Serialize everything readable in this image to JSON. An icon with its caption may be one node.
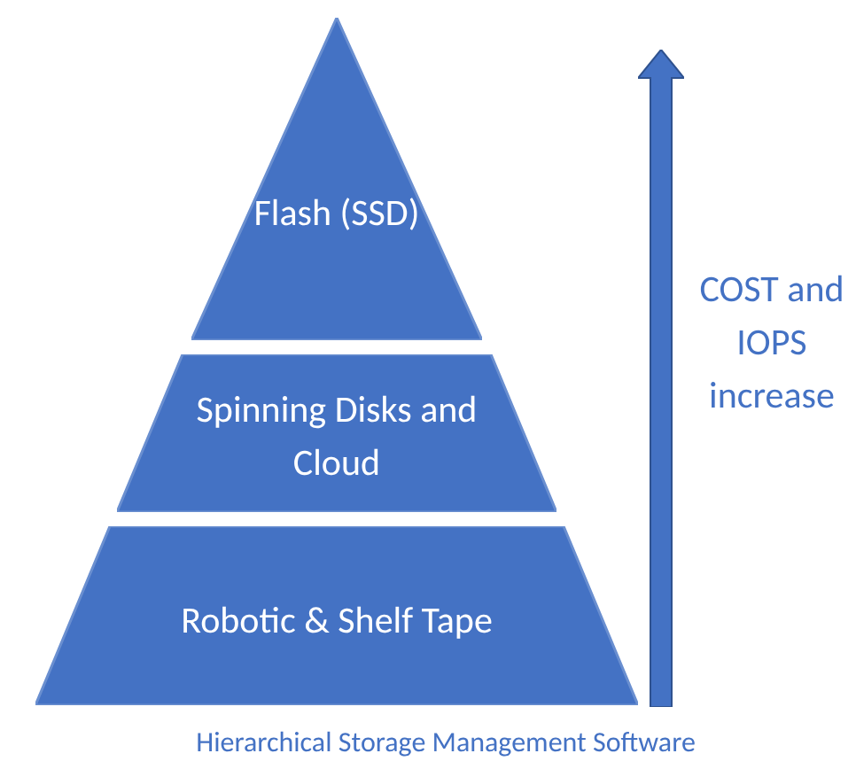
{
  "diagram": {
    "nodes": [
      {
        "text": [
          "Flash (SSD)"
        ]
      },
      {
        "text": [
          "Spinning Disks and Cloud"
        ]
      },
      {
        "text": [
          "Robotic & Shelf Tape"
        ]
      }
    ],
    "labels": [
      "COST and IOPS increase"
    ],
    "caption": "Hierarchical Storage Management Software"
  }
}
